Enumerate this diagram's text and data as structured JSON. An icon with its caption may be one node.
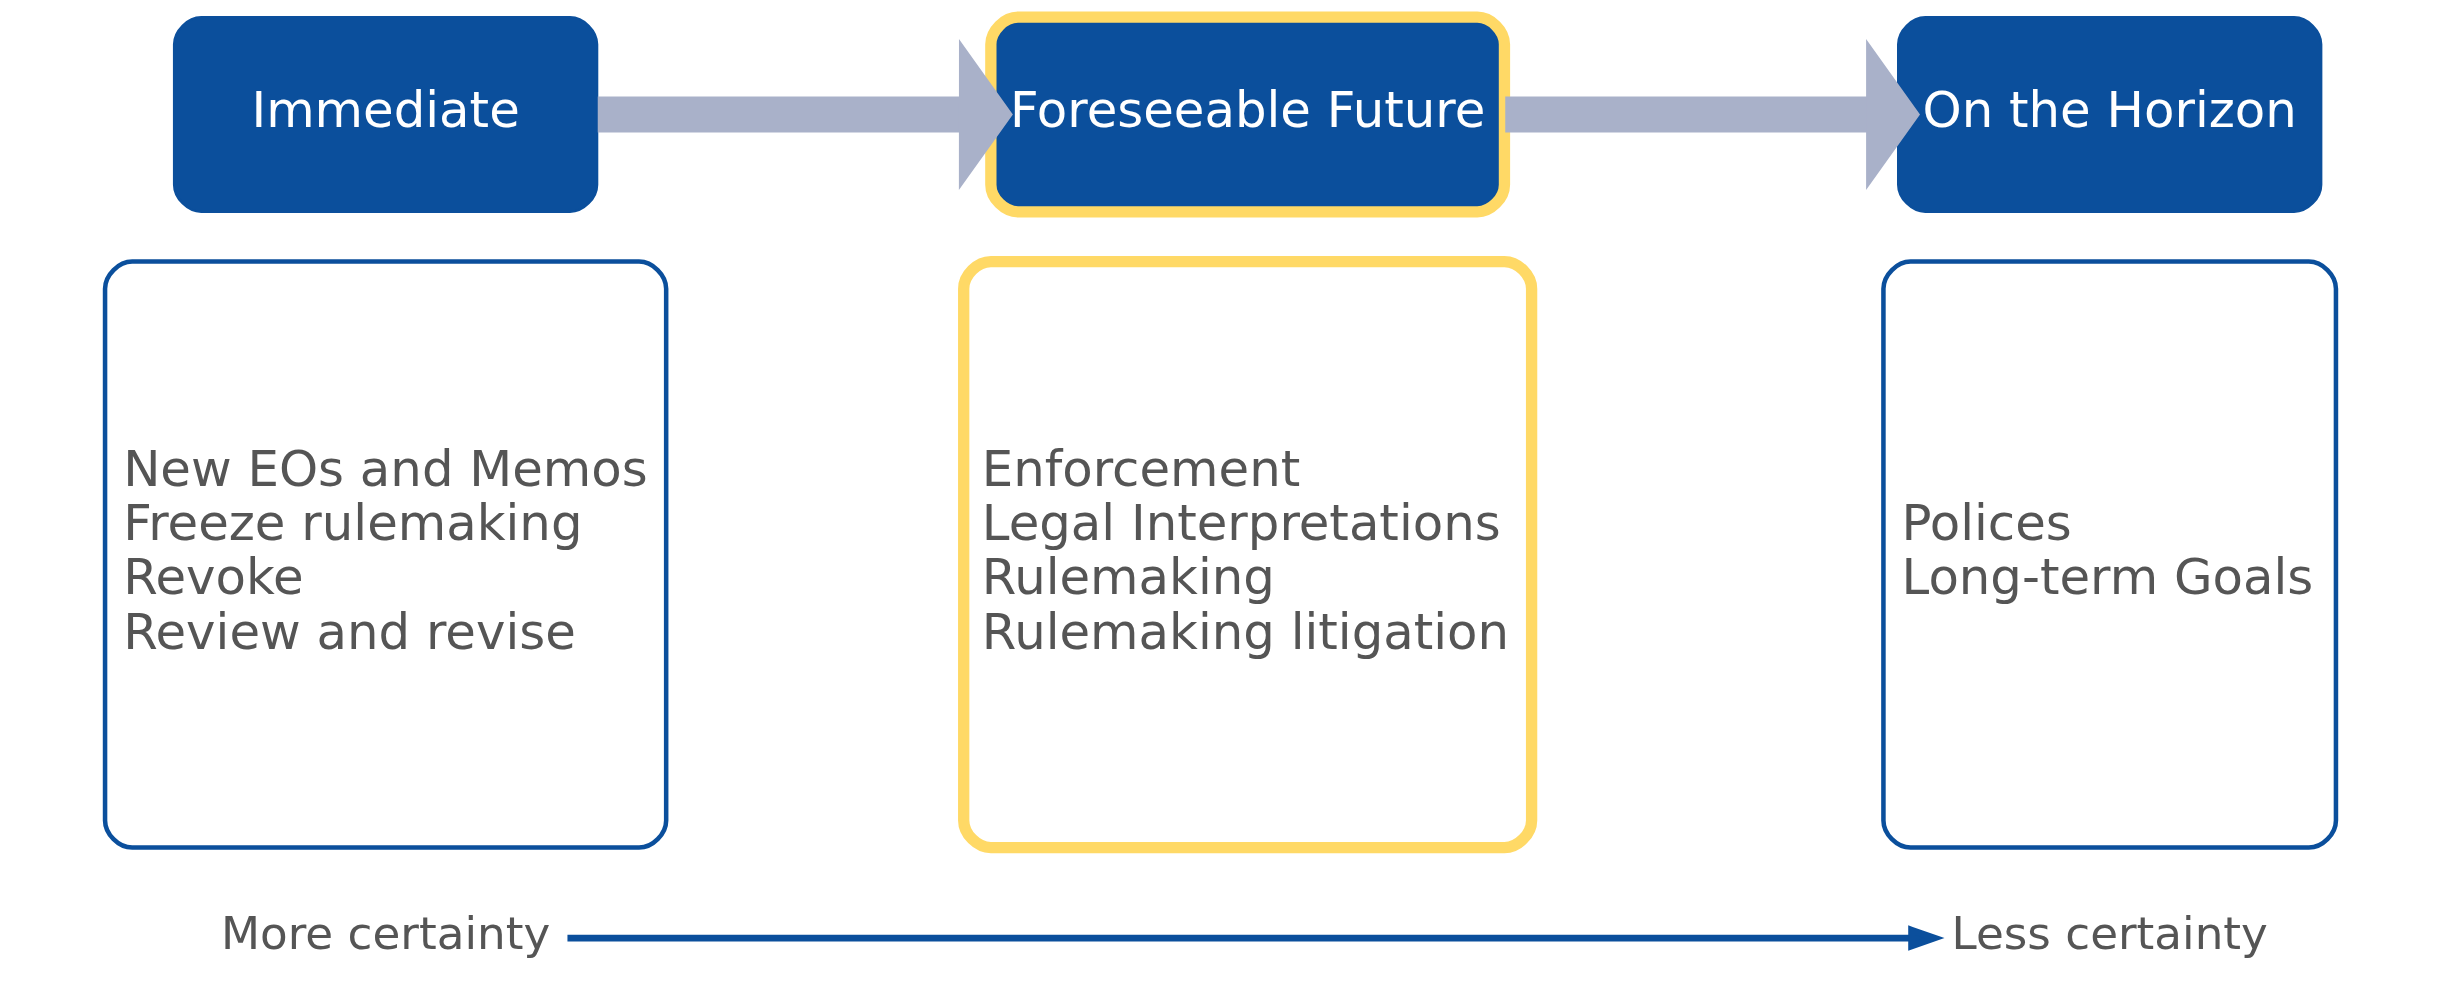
{
  "diagram": {
    "nodes": [
      {
        "text": [
          "Immediate"
        ]
      },
      {
        "text": [
          "New EOs and Memos",
          "Freeze rulemaking",
          "Revoke",
          "Review and revise"
        ]
      },
      {
        "text": [
          "Foreseeable Future"
        ]
      },
      {
        "text": [
          "Enforcement",
          "Legal Interpretations",
          "Rulemaking",
          "Rulemaking litigation"
        ]
      },
      {
        "text": [
          "On the Horizon"
        ]
      },
      {
        "text": [
          "Polices",
          "Long-term Goals"
        ]
      },
      {
        "text": [
          "More certainty"
        ]
      },
      {
        "text": [
          "Less certainty"
        ]
      }
    ],
    "edges": [
      {
        "from": 0,
        "to": 2,
        "arrow": "to"
      },
      {
        "from": 2,
        "to": 4,
        "arrow": "to"
      },
      {
        "from": 6,
        "to": 7,
        "arrow": "to",
        "color": "#0b4f9c"
      }
    ]
  }
}
